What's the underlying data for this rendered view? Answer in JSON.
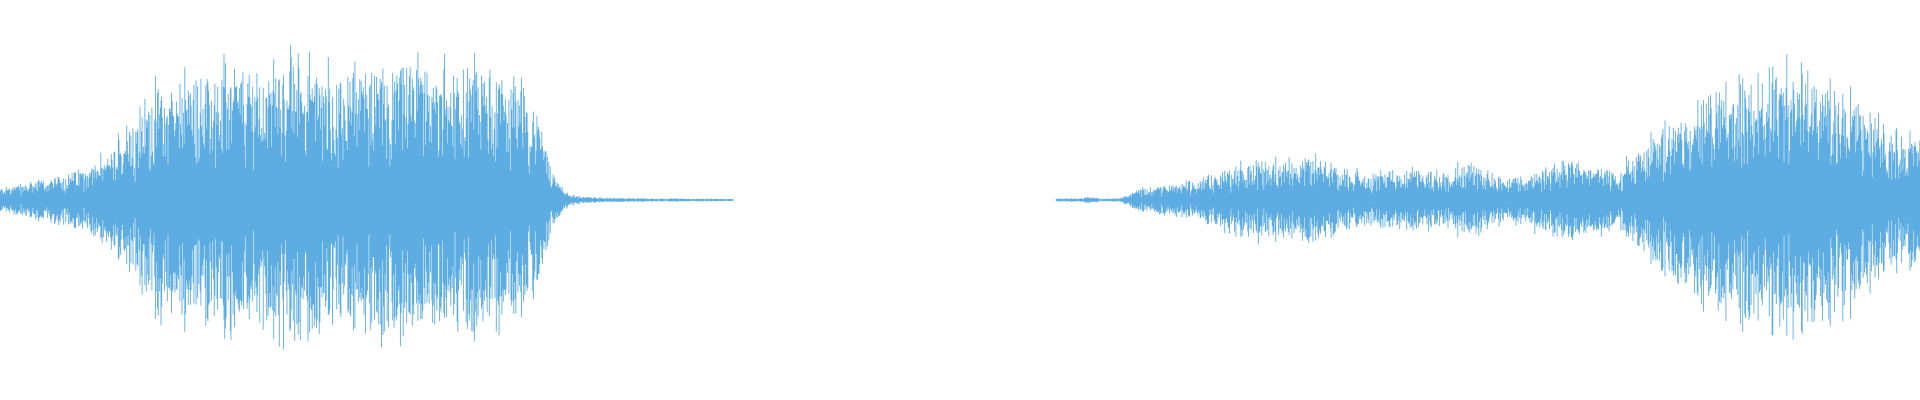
{
  "waveform": {
    "color": "#5dade2",
    "background": "#ffffff",
    "segments": [
      {
        "name": "segment-1",
        "start_fraction": 0.0,
        "end_fraction": 0.382,
        "envelope": [
          0.06,
          0.07,
          0.09,
          0.1,
          0.12,
          0.14,
          0.17,
          0.21,
          0.3,
          0.42,
          0.52,
          0.56,
          0.58,
          0.6,
          0.62,
          0.64,
          0.63,
          0.62,
          0.64,
          0.66,
          0.68,
          0.67,
          0.66,
          0.64,
          0.62,
          0.64,
          0.66,
          0.65,
          0.63,
          0.62,
          0.6,
          0.62,
          0.64,
          0.62,
          0.58,
          0.54,
          0.4,
          0.12,
          0.03,
          0.015,
          0.012,
          0.01,
          0.01,
          0.009,
          0.008,
          0.008,
          0.007,
          0.007,
          0.006,
          0.006
        ]
      },
      {
        "name": "segment-2",
        "start_fraction": 0.55,
        "end_fraction": 1.0,
        "envelope": [
          0.01,
          0.008,
          0.015,
          0.006,
          0.01,
          0.05,
          0.06,
          0.07,
          0.09,
          0.1,
          0.13,
          0.16,
          0.18,
          0.19,
          0.2,
          0.21,
          0.2,
          0.18,
          0.15,
          0.13,
          0.12,
          0.14,
          0.15,
          0.14,
          0.13,
          0.16,
          0.18,
          0.14,
          0.12,
          0.11,
          0.14,
          0.18,
          0.2,
          0.18,
          0.16,
          0.14,
          0.2,
          0.28,
          0.36,
          0.42,
          0.48,
          0.52,
          0.55,
          0.58,
          0.62,
          0.64,
          0.66,
          0.62,
          0.58,
          0.52,
          0.46,
          0.4,
          0.36,
          0.34,
          0.32
        ]
      }
    ]
  }
}
